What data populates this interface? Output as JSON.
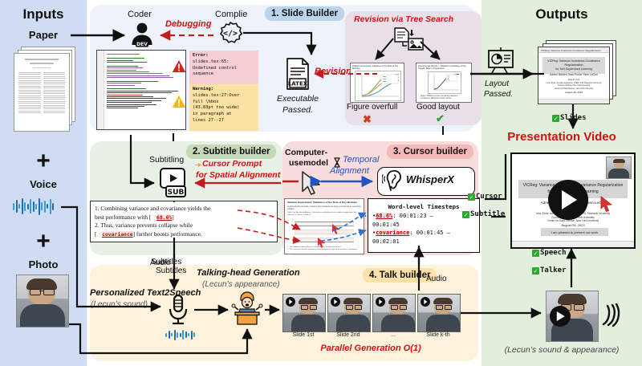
{
  "inputs": {
    "title": "Inputs",
    "paper_label": "Paper",
    "plus1": "+",
    "voice_label": "Voice",
    "plus2": "+",
    "photo_label": "Photo"
  },
  "outputs": {
    "title": "Outputs",
    "layout_passed": "Layout\nPassed.",
    "layout_passed_l1": "Layout",
    "layout_passed_l2": "Passed.",
    "slides_check": "Slides",
    "presentation_video": "Presentation Video",
    "cursor_check": "Cursor",
    "subtitle_check": "Subtitle",
    "speech_check": "Speech",
    "talker_check": "Talker",
    "footer_note": "(Lecun’s sound & appearance)",
    "video_slide": {
      "title_line1": "VICReg:  Variance-Invariance-Covariance  Regularization",
      "title_line2": "for Self-Supervised Learning",
      "authors": "Adrien Bardes    Jean Ponce    Yann LeCun",
      "affil1": "Meta AI, Inria",
      "affil2": "Inria, École normale supérieure, CNRS, PSL Research University",
      "affil3": "Courant Institute, New York University",
      "affil4": "Center for Data Science, New York University",
      "date": "August 28, 2023",
      "caption": "I am pleased to present our work"
    }
  },
  "slide_builder": {
    "pill": "1. Slide Builder",
    "coder_label": "Coder",
    "coder_badge": "DEV",
    "debugging": "Debugging",
    "compile_label": "Complie",
    "revision": "Revision",
    "latex_badge": "LATEX",
    "executable_l1": "Executable",
    "executable_l2": "Passed.",
    "error": {
      "heading": "Error:",
      "lines": [
        "slides.tex:65:",
        "Undefined control",
        "sequence"
      ]
    },
    "warning": {
      "heading": "Warning:",
      "lines": [
        "slides.tex:27:Over",
        "full \\hbox",
        "(43.83pt too wide)",
        "in paragraph at",
        "lines 27--27"
      ]
    }
  },
  "tree_search": {
    "title": "Revision via Tree Search",
    "left_caption": "Figure overfull",
    "left_mark": "✖",
    "right_caption": "Good layout",
    "right_mark": "✔"
  },
  "subtitle_builder": {
    "pill": "2. Subtitle builder",
    "subtitling": "Subtitling",
    "sub_badge": "SUB",
    "cursor_prompt_l1": "Cursor Prompt",
    "cursor_prompt_l2": "for Spatial Alignment",
    "subtitles_label": "Subtitles",
    "text_1a": "1. Combining variance and covariance yields the",
    "text_1b": "best performance with [",
    "hl_1": "68.6%",
    "text_1c": "]",
    "text_2a": "2. Thus, variance prevents collapse while",
    "text_2b": "[",
    "hl_2": "covariance",
    "text_2c": "] further boosts performance."
  },
  "cursor_builder": {
    "pill": "3. Cursor builder",
    "model_l1": "Computer-",
    "model_l2": "usemodel",
    "temporal_l1": "Temporal",
    "temporal_l2": "Alignment",
    "whisperx": "WhisperX",
    "timesteps_title": "Word-level Timesteps",
    "rows": [
      {
        "bullet": "•",
        "word": "68.6%",
        "time": ": 00:01:23 –",
        "time2": "00:01:45"
      },
      {
        "bullet": "•",
        "word": "covariance",
        "time": ": 00:01:45 –",
        "time2": "00:02:01"
      }
    ],
    "slide_thumb": {
      "title": "Ablation Experiment: Validation of the Role of Key Modules",
      "body": "As illustrated by the table, variance and covariance do have a crucial role in preventing collapse.",
      "note": "Table: Key Regulation Ablation. Performance with/without each module configuration, the difference is shown in Table 3.",
      "b1": "1. The validation tables indicate a contribution to variance/covariance.",
      "b2": "2. The covariance-based experiments boost performance by reducing feature redundancy."
    }
  },
  "talk_builder": {
    "pill": "4. Talk builder",
    "tts_title": "Personalized Text2Speech",
    "tts_sub": "(Lecun’s sound)",
    "talkinghead_title": "Talking-head Generation",
    "talkinghead_sub": "(Lecun’s appearance)",
    "audio_label": "Audio",
    "parallel": "Parallel Generation O(1)",
    "slides": [
      "Slide 1st",
      "Slide 2nd",
      "...",
      "Slide k-th"
    ]
  },
  "colors": {
    "inputs_bg": "#cfdcf2",
    "outputs_bg": "#e2efdd",
    "slide_bg": "#eef3fb",
    "tree_bg": "#e8dfe8",
    "subtitle_bg": "#e9f1e7",
    "cursor_bg": "#f9dcdc",
    "talk_bg": "#fdf3dc",
    "accent_red": "#d01212",
    "accent_blue": "#1f54c4",
    "check_green": "#2fa82f"
  }
}
